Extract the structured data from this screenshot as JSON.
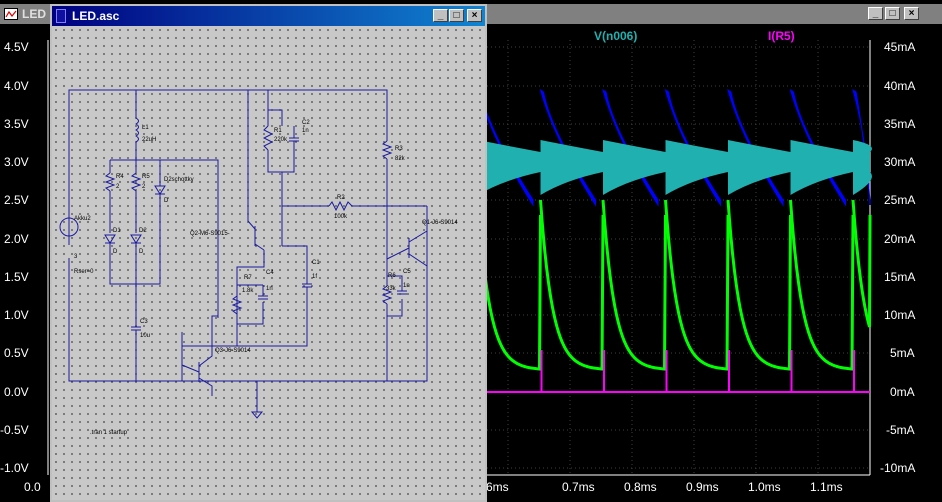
{
  "plot_window": {
    "title": "LED",
    "left_axis_ticks": [
      "4.5V",
      "4.0V",
      "3.5V",
      "3.0V",
      "2.5V",
      "2.0V",
      "1.5V",
      "1.0V",
      "0.5V",
      "0.0V",
      "-0.5V",
      "-1.0V"
    ],
    "right_axis_ticks": [
      "45mA",
      "40mA",
      "35mA",
      "30mA",
      "25mA",
      "20mA",
      "15mA",
      "10mA",
      "5mA",
      "0mA",
      "-5mA",
      "-10mA"
    ],
    "x_axis_ticks": [
      "0.0",
      "6ms",
      "0.7ms",
      "0.8ms",
      "0.9ms",
      "1.0ms",
      "1.1ms"
    ],
    "traces": [
      {
        "name": "V(n006)",
        "color": "#20b0b0"
      },
      {
        "name": "I(R5)",
        "color": "#ff00ff"
      }
    ],
    "waveform_colors": {
      "green": "#00ff00",
      "blue": "#0000ff",
      "cyan": "#20b0b0",
      "magenta": "#ff00ff"
    },
    "buttons": {
      "minimize": "_",
      "maximize": "□",
      "close": "×"
    }
  },
  "schematic_window": {
    "title": "LED.asc",
    "buttons": {
      "minimize": "_",
      "maximize": "□",
      "close": "×"
    },
    "components": {
      "battery": "Akku2",
      "battery_value": "3",
      "battery_param": "Rser=0",
      "l1": "L1",
      "l1_value": "22uH",
      "r4": "R4",
      "r4_value": "2",
      "r5": "R5",
      "r5_value": "2",
      "d_schottky": "D2schottky",
      "d_schottky_value": "D",
      "d1": "D1",
      "d1_value": "D",
      "d2": "D2",
      "d2_value": "D",
      "c3": "C3",
      "c3_value": "10u",
      "r1": "R1",
      "r1_value": "220k",
      "c2": "C2",
      "c2_value": "1n",
      "r2": "R2",
      "r2_value": "100k",
      "r3": "R3",
      "r3_value": "82k",
      "q2": "Q2-M6-S9015-",
      "q1": "Q1-J6-S9014",
      "q3": "Q3-J6-S9014",
      "c1": "C1",
      "c1_value": "1f",
      "r7": "R7",
      "r7_value": "1.8k",
      "c4": "C4",
      "c4_value": "1n",
      "r6": "R6",
      "r6_value": "33k",
      "c5": "C5",
      "c5_value": "1n",
      "directive": ".tran 1 startup"
    }
  }
}
